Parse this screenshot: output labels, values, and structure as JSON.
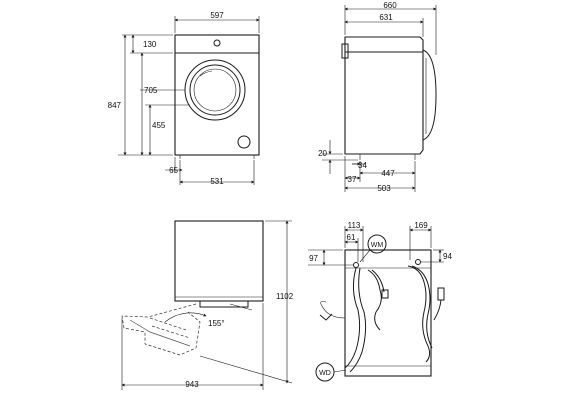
{
  "front_view": {
    "width_total": "597",
    "top_offset": "130",
    "height_total": "847",
    "door_center_height": "705",
    "door_low_height": "455",
    "foot_offset": "65",
    "foot_span": "531"
  },
  "side_view": {
    "depth_total": "660",
    "depth_body": "631",
    "foot_height": "20",
    "foot_offset_small": "34",
    "foot_offset_front": "37",
    "foot_span": "447",
    "depth_base": "503"
  },
  "top_view": {
    "height_open": "1102",
    "width_open": "943",
    "door_angle": "155°"
  },
  "back_view": {
    "dim_113": "113",
    "dim_61": "61",
    "dim_169": "169",
    "dim_94": "94",
    "dim_97": "97",
    "label_wm": "WM",
    "label_wd": "WD"
  },
  "colors": {
    "line": "#1a1a1a",
    "background": "#ffffff"
  }
}
